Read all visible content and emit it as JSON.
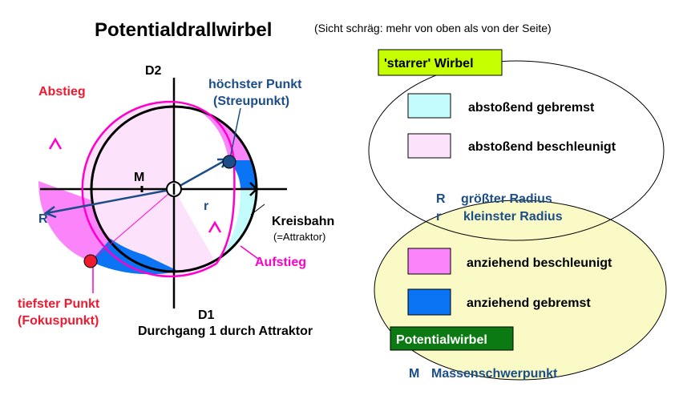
{
  "title": "Potentialdrallwirbel",
  "subtitle": "(Sicht schräg: mehr von oben als von der Seite)",
  "diagram": {
    "d2": "D2",
    "d1": "D1",
    "abstieg": "Abstieg",
    "hoechster_punkt": "höchster Punkt",
    "streupunkt": "(Streupunkt)",
    "m": "M",
    "r_upper": "R",
    "r_lower": "r",
    "kreisbahn": "Kreisbahn",
    "attraktor": "(=Attraktor)",
    "aufstieg": "Aufstieg",
    "tiefster_punkt": "tiefster Punkt",
    "fokuspunkt": "(Fokuspunkt)",
    "durchgang": "Durchgang 1 durch Attraktor"
  },
  "legend": {
    "starrer_label": "'starrer' Wirbel",
    "potential_label": "Potentialwirbel",
    "items": [
      {
        "label": "abstoßend gebremst",
        "color": "#c4fbfc"
      },
      {
        "label": "abstoßend beschleunigt",
        "color": "#fde2fc"
      },
      {
        "label": "anziehend beschleunigt",
        "color": "#fb84fa"
      },
      {
        "label": "anziehend gebremst",
        "color": "#0a74f5"
      }
    ],
    "r_big_key": "R",
    "r_big_text": "größter Radius",
    "r_small_key": "r",
    "r_small_text": "kleinster Radius",
    "mass_key": "M",
    "mass_text": "Massenschwerpunkt"
  },
  "colors": {
    "dark_blue": "#1b4d88",
    "magenta": "#ff00cc",
    "red": "#ee1a30",
    "starrer_bg": "#c6ff00",
    "potential_bg": "#0b7a12",
    "ellipse_fill": "#fafac6"
  }
}
